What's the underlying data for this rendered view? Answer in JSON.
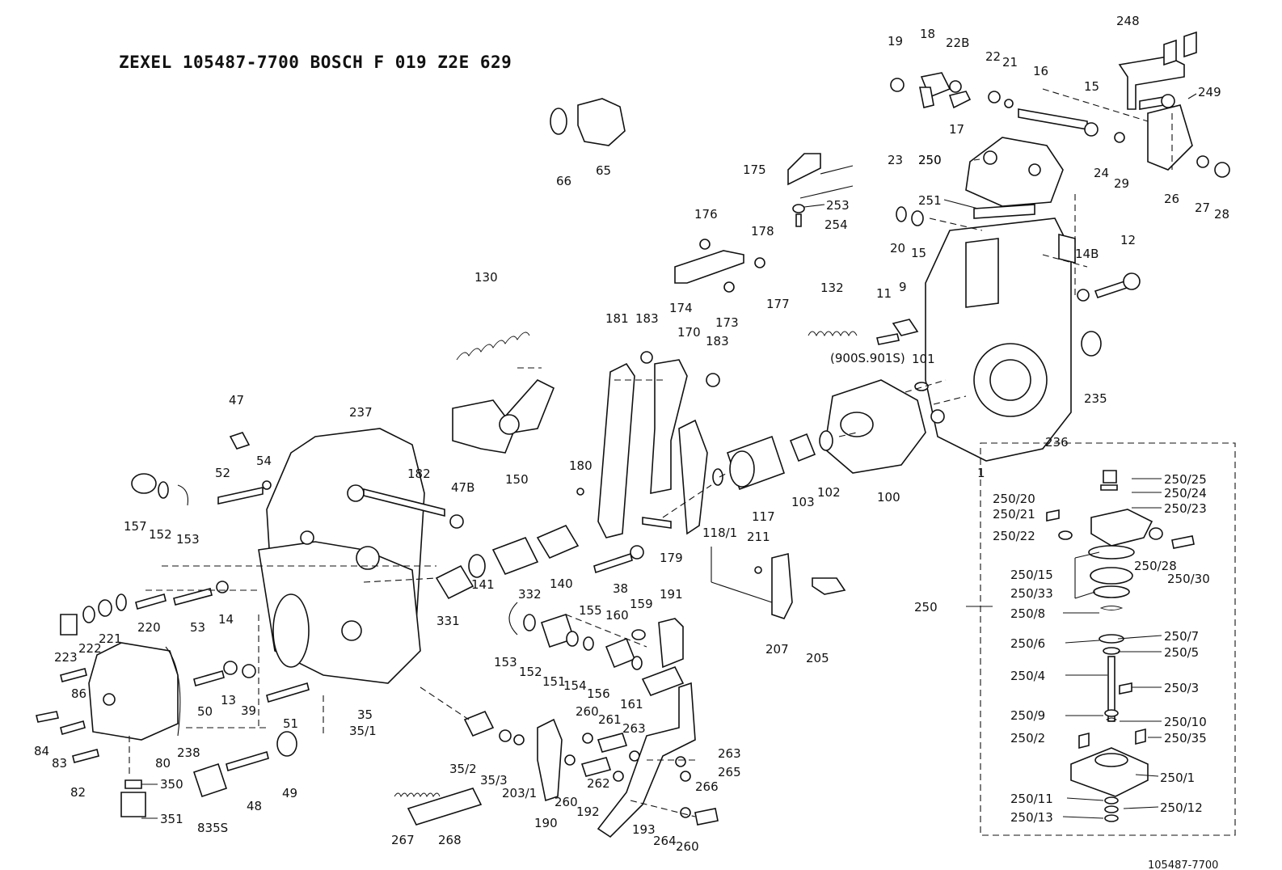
{
  "header": {
    "line": "ZEXEL  105487-7700  BOSCH  F 019 Z2E 629",
    "footer": "105487-7700"
  },
  "parts": [
    "1",
    "9",
    "11",
    "12",
    "14",
    "15",
    "15",
    "16",
    "17",
    "18",
    "19",
    "20",
    "21",
    "22",
    "22B",
    "23",
    "24",
    "26",
    "27",
    "28",
    "29",
    "38",
    "39",
    "47",
    "47B",
    "48",
    "49",
    "50",
    "51",
    "52",
    "53",
    "54",
    "65",
    "66",
    "80",
    "82",
    "83",
    "84",
    "86",
    "100",
    "101",
    "102",
    "103",
    "117",
    "118/1",
    "130",
    "132",
    "13",
    "140",
    "141",
    "14B",
    "150",
    "151",
    "152",
    "152",
    "153",
    "153",
    "154",
    "155",
    "156",
    "157",
    "159",
    "160",
    "161",
    "170",
    "173",
    "174",
    "175",
    "176",
    "177",
    "178",
    "179",
    "180",
    "181",
    "182",
    "183",
    "183",
    "190",
    "191",
    "192",
    "193",
    "203/1",
    "205",
    "207",
    "211",
    "220",
    "221",
    "222",
    "223",
    "235",
    "236",
    "237",
    "238",
    "248",
    "249",
    "250",
    "250",
    "250",
    "251",
    "253",
    "254",
    "260",
    "260",
    "260",
    "261",
    "262",
    "263",
    "263",
    "264",
    "265",
    "266",
    "267",
    "268",
    "331",
    "332",
    "35",
    "35/1",
    "35/2",
    "35/3",
    "350",
    "351",
    "835S",
    "(900S.901S)",
    "250/25",
    "250/24",
    "250/23",
    "250/20",
    "250/21",
    "250/22",
    "250/28",
    "250/30",
    "250/15",
    "250/33",
    "250/8",
    "250/7",
    "250/6",
    "250/5",
    "250/4",
    "250/3",
    "250/9",
    "250/10",
    "250/2",
    "250/35",
    "250/1",
    "250/11",
    "250/12",
    "250/13"
  ]
}
